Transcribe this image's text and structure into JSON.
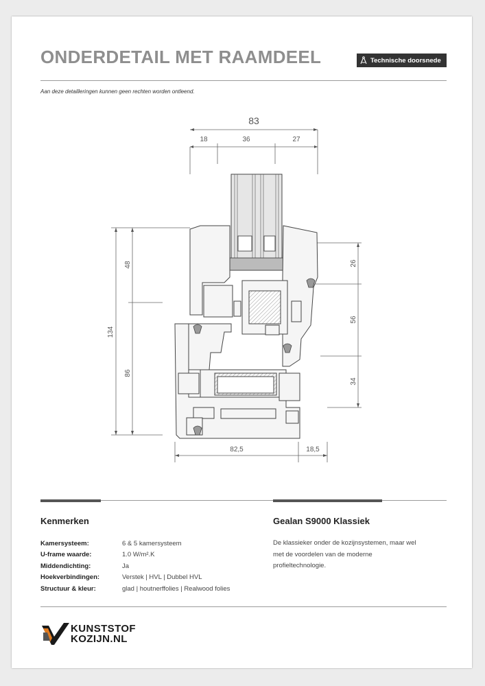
{
  "header": {
    "title": "ONDERDETAIL MET RAAMDEEL",
    "badge_label": "Technische doorsnede",
    "disclaimer": "Aan deze detailleringen kunnen geen rechten worden ontleend."
  },
  "drawing": {
    "dims": {
      "top_total": "83",
      "top_a": "18",
      "top_b": "36",
      "top_c": "27",
      "left_total": "134",
      "left_upper": "48",
      "left_lower": "86",
      "right_a": "26",
      "right_b": "56",
      "right_c": "34",
      "bottom_a": "82,5",
      "bottom_b": "18,5"
    }
  },
  "features": {
    "heading": "Kenmerken",
    "rows": [
      {
        "label": "Kamersysteem:",
        "value": "6 & 5 kamersysteem"
      },
      {
        "label": "U-frame waarde:",
        "value": "1.0 W/m².K"
      },
      {
        "label": "Middendichting:",
        "value": "Ja"
      },
      {
        "label": "Hoekverbindingen:",
        "value": "Verstek | HVL | Dubbel HVL"
      },
      {
        "label": "Structuur & kleur:",
        "value": "glad | houtnerffolies | Realwood folies"
      }
    ]
  },
  "product": {
    "heading": "Gealan S9000 Klassiek",
    "description": "De klassieker onder de kozijnsystemen, maar wel met de voordelen van de moderne profieltechnologie."
  },
  "logo": {
    "line1": "KUNSTSTOF",
    "line2": "KOZIJN.NL"
  },
  "colors": {
    "title": "#8e8e8e",
    "badge": "#333333",
    "accent_bar": "#555555"
  }
}
